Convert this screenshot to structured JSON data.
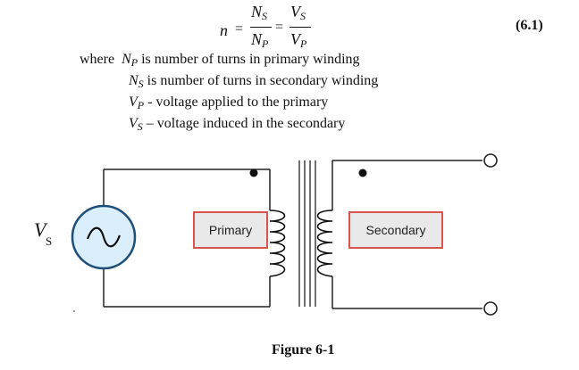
{
  "equation": {
    "lhs": "n",
    "equals": "=",
    "frac1": {
      "num": "N",
      "num_sub": "S",
      "den": "N",
      "den_sub": "P"
    },
    "frac2": {
      "num": "V",
      "num_sub": "S",
      "den": "V",
      "den_sub": "P"
    },
    "number": "(6.1)"
  },
  "definitions": {
    "where": "where",
    "items": [
      {
        "sym": "N",
        "sub": "P",
        "text": " is number of turns in primary winding"
      },
      {
        "sym": "N",
        "sub": "S",
        "text": " is number of turns in secondary winding"
      },
      {
        "sym": "V",
        "sub": "P",
        "text": " - voltage applied to the primary"
      },
      {
        "sym": "V",
        "sub": "S",
        "text": " – voltage induced in the secondary"
      }
    ]
  },
  "figure": {
    "source_label": {
      "sym": "V",
      "sub": "S"
    },
    "primary_label": "Primary",
    "secondary_label": "Secondary",
    "caption": "Figure 6-1"
  }
}
